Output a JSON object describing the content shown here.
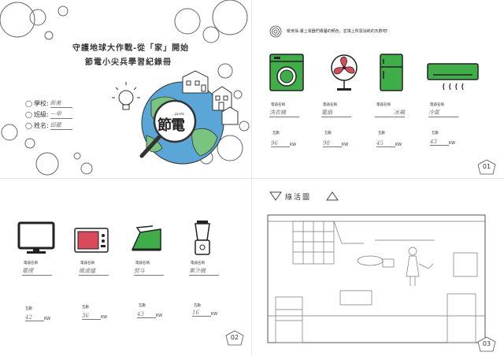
{
  "cover": {
    "title_line1": "守護地球大作戰-從「家」開始",
    "title_line2": "節電小尖兵學習紀錄冊",
    "fields": [
      {
        "label": "學校:",
        "value": "新美"
      },
      {
        "label": "班級:",
        "value": "一甲"
      },
      {
        "label": "姓名:",
        "value": "邱葳"
      }
    ],
    "logo_small": "panda",
    "logo_text": "節電"
  },
  "page1": {
    "instruction": "暖身操-畫上電器們專屬的顏色，並填上所需消耗的瓦數吧!",
    "field_label": "電器名稱",
    "watt_label": "瓦數",
    "unit": "KW",
    "page_number": "01",
    "appliances": [
      {
        "icon": "washing-machine-icon",
        "name": "洗衣機",
        "watt": "96"
      },
      {
        "icon": "fan-icon",
        "name": "電扇",
        "watt": "98"
      },
      {
        "icon": "refrigerator-icon",
        "name": "冰箱",
        "watt": "45"
      },
      {
        "icon": "air-conditioner-icon",
        "name": "冷氣",
        "watt": "43"
      }
    ]
  },
  "page2": {
    "field_label": "電器名稱",
    "watt_label": "瓦數",
    "unit": "KW",
    "page_number": "02",
    "appliances": [
      {
        "icon": "tv-icon",
        "name": "電視",
        "watt": "42"
      },
      {
        "icon": "microwave-icon",
        "name": "微波爐",
        "watt": "36"
      },
      {
        "icon": "iron-icon",
        "name": "熨斗",
        "watt": "43"
      },
      {
        "icon": "blender-icon",
        "name": "果汁機",
        "watt": "16"
      }
    ]
  },
  "page3": {
    "title": "綠活圖",
    "page_number": "03"
  },
  "colors": {
    "green": "#3fae49",
    "green_dark": "#2e8b3a",
    "globe_blue": "#5aa6d6",
    "globe_green": "#7bc47f",
    "red": "#d94a5a"
  }
}
